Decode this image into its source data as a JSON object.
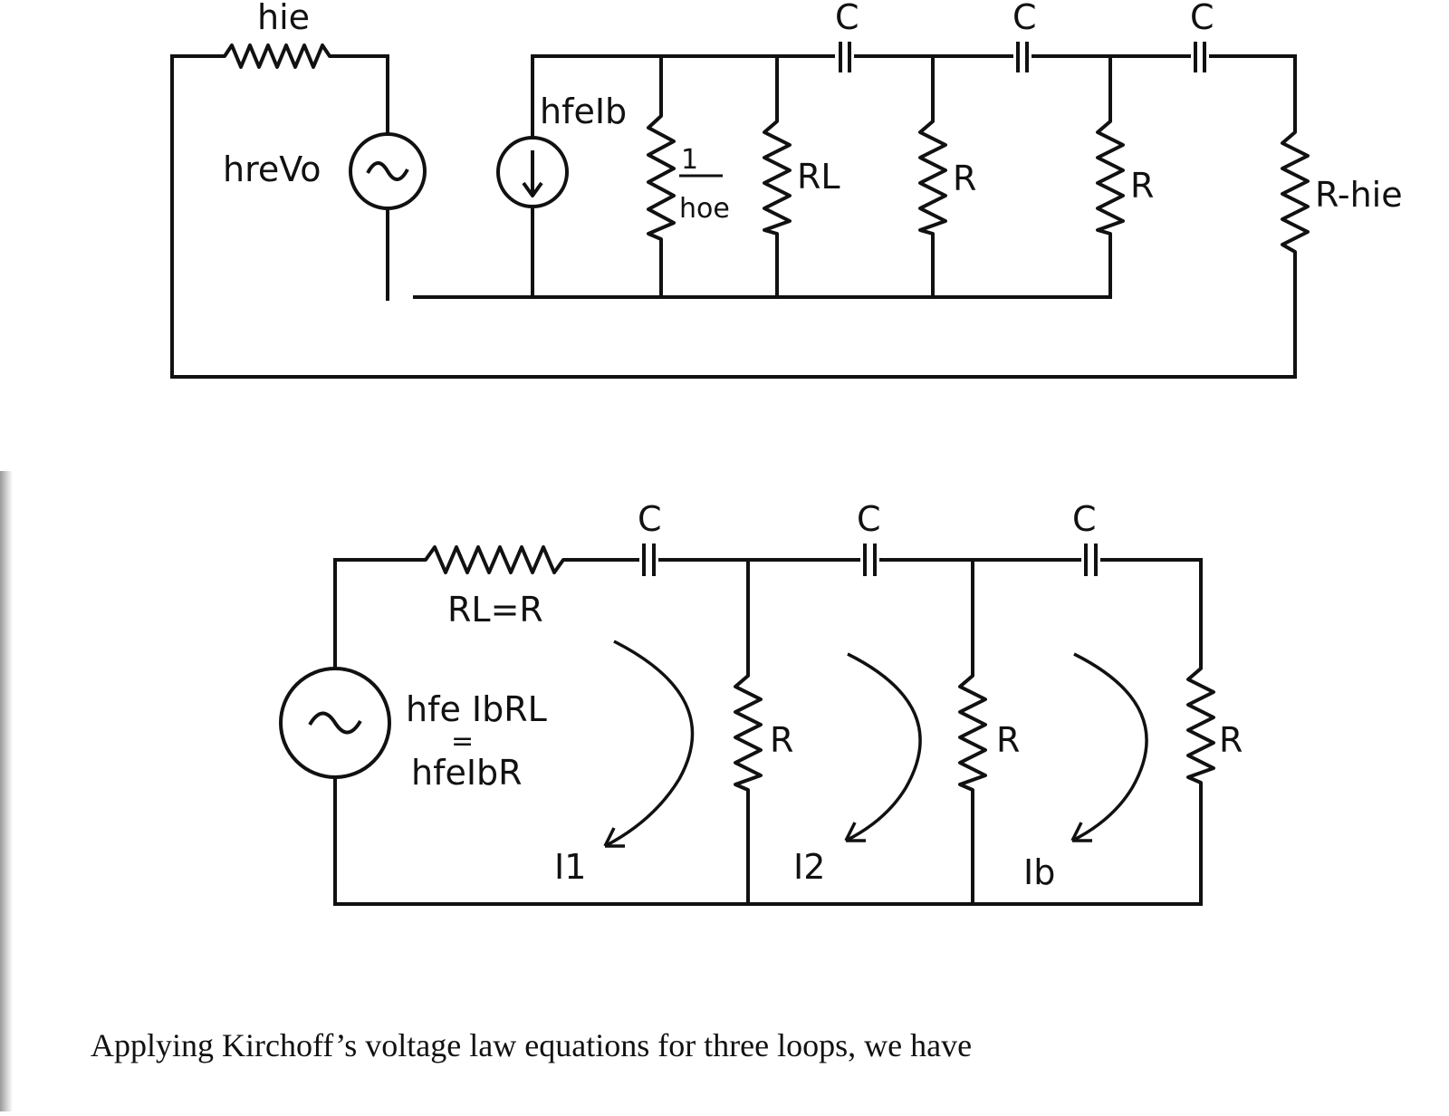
{
  "figure_top": {
    "labels": {
      "series_resistor": "hie",
      "voltage_source": "hreVo",
      "current_source": "hfeIb",
      "output_resistor_num": "1",
      "output_resistor_den": "hoe",
      "load_resistor": "RL",
      "resistor_1": "R",
      "resistor_2": "R",
      "resistor_3": "R-hie",
      "cap_1": "C",
      "cap_2": "C",
      "cap_3": "C"
    }
  },
  "figure_bottom": {
    "labels": {
      "series_resistor": "RL=R",
      "source_line1": "hfe IbRL",
      "source_line2": "=",
      "source_line3": "hfeIbR",
      "cap_1": "C",
      "cap_2": "C",
      "cap_3": "C",
      "resistor_1": "R",
      "resistor_2": "R",
      "resistor_3": "R",
      "loop_current_1": "I1",
      "loop_current_2": "I2",
      "loop_current_3": "Ib"
    }
  },
  "text": {
    "sentence": "Applying Kirchoff’s voltage law equations for three loops, we have"
  }
}
